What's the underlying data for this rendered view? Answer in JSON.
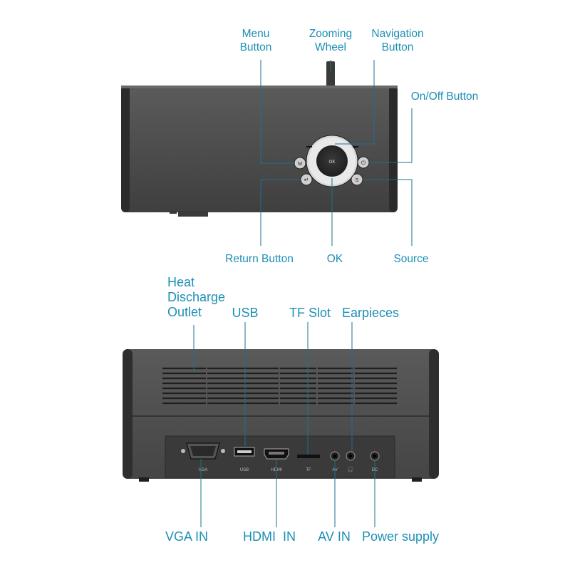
{
  "colors": {
    "label": "#1d8fb5",
    "body": "#4a4a4a",
    "body_dark": "#2f2f2f",
    "callout_line": "#1d6f8f"
  },
  "top_view": {
    "callouts": {
      "menu_button": "Menu\nButton",
      "zooming_wheel": "Zooming\nWheel",
      "navigation_button": "Navigation\nButton",
      "on_off_button": "On/Off Button",
      "return_button": "Return Button",
      "ok": "OK",
      "source": "Source"
    },
    "button_glyphs": {
      "ok": "OK",
      "menu": "M",
      "source": "S",
      "return": "↵",
      "power": "⏻"
    }
  },
  "rear_view": {
    "callouts": {
      "heat_discharge_outlet": "Heat\nDischarge\nOutlet",
      "usb": "USB",
      "tf_slot": "TF Slot",
      "earpieces": "Earpieces",
      "vga_in": "VGA IN",
      "hdmi_in": "HDMI  IN",
      "av_in": "AV IN",
      "power_supply": "Power supply"
    },
    "port_labels": {
      "vga": "VGA",
      "usb": "USB",
      "hdmi": "HDMI",
      "tf": "TF",
      "av": "AV",
      "headphone": "🎧",
      "dc": "DC"
    }
  }
}
